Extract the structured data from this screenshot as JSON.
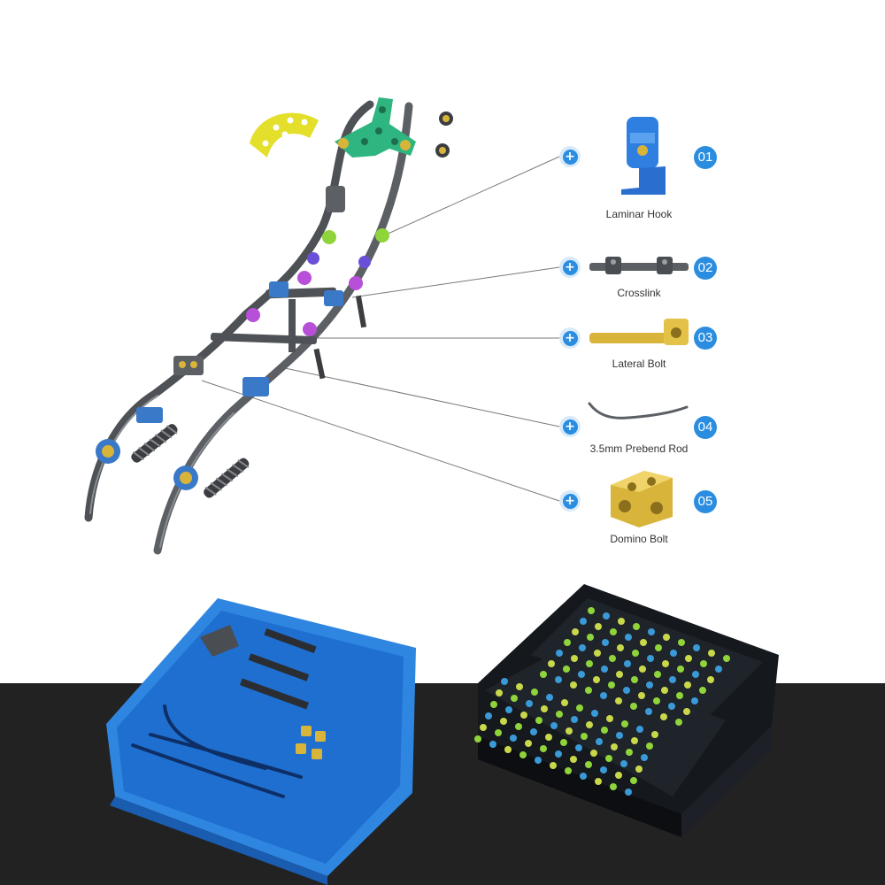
{
  "components": [
    {
      "number": "01",
      "label": "Laminar Hook"
    },
    {
      "number": "02",
      "label": "Crosslink"
    },
    {
      "number": "03",
      "label": "Lateral Bolt"
    },
    {
      "number": "04",
      "label": "3.5mm Prebend Rod"
    },
    {
      "number": "05",
      "label": "Domino Bolt"
    }
  ],
  "colors": {
    "accent": "#2a8de0",
    "rod": "#5a5d61",
    "connector_blue": "#3a78c8",
    "screw_purple": "#b84fd8",
    "screw_green": "#8fd43a",
    "gold": "#d8b43a",
    "plate_green": "#2fb57f",
    "tray_blue": "#2f86e0",
    "case_black": "#15181d"
  },
  "icons": {
    "marker": "plus-icon"
  }
}
